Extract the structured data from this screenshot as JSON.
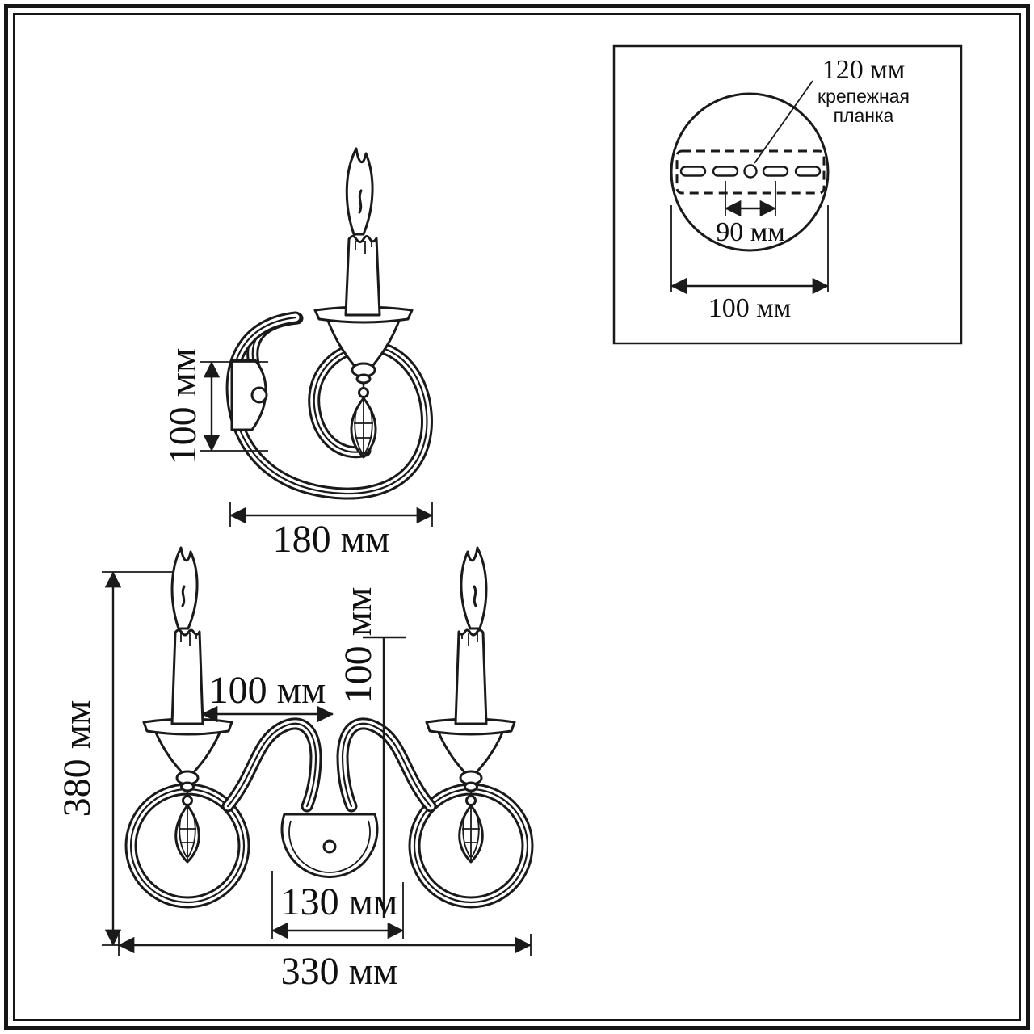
{
  "colors": {
    "line": "#1a1a1a",
    "background": "#ffffff"
  },
  "side_view": {
    "dim_mount_height": "100 мм",
    "dim_width": "180 мм"
  },
  "mount_detail": {
    "dim_plate_length": "120 мм",
    "plate_label_line1": "крепежная",
    "plate_label_line2": "планка",
    "dim_hole_spacing": "90 мм",
    "dim_base_width": "100 мм"
  },
  "front_view": {
    "dim_total_height": "380 мм",
    "dim_candle_height": "100 мм",
    "dim_arm_height": "100 мм",
    "dim_backplate_width": "130 мм",
    "dim_total_width": "330 мм"
  }
}
